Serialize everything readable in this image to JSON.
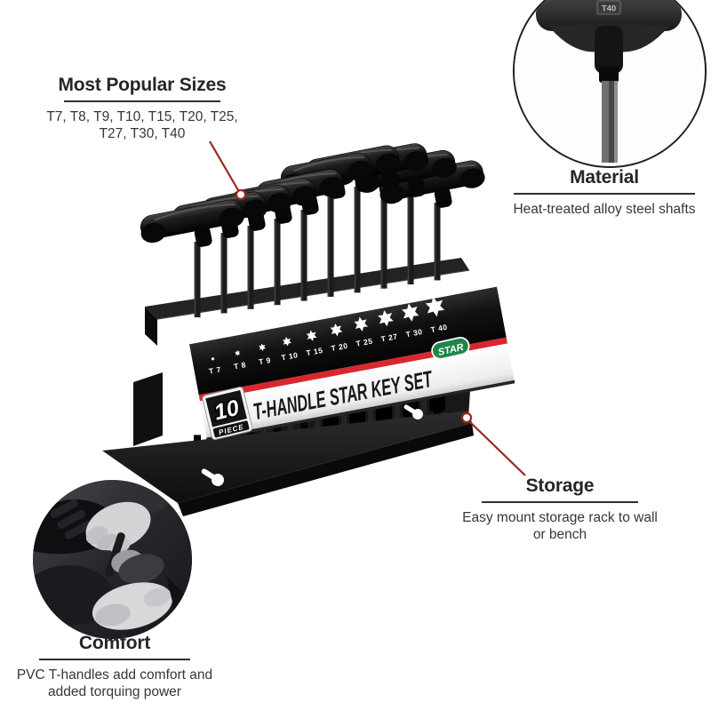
{
  "colors": {
    "connector_red": "#9c2721",
    "stripe_red": "#d7282f",
    "badge_green": "#1d8649",
    "panel_black": "#111111",
    "band_white": "#f1f1f2",
    "heading_text": "#262626"
  },
  "callouts": {
    "most_popular": {
      "title": "Most Popular Sizes",
      "lines": [
        "T7, T8, T9, T10, T15, T20, T25,",
        "T27, T30, T40"
      ]
    },
    "material": {
      "title": "Material",
      "lines": [
        "Heat-treated alloy steel shafts"
      ]
    },
    "storage": {
      "title": "Storage",
      "lines": [
        "Easy mount storage rack to wall",
        "or bench"
      ]
    },
    "comfort": {
      "title": "Comfort",
      "lines": [
        "PVC T-handles add comfort and",
        "added torquing power"
      ]
    }
  },
  "product": {
    "rack_title": "T-HANDLE STAR KEY SET",
    "piece_count": "10",
    "piece_label": "PIECE",
    "star_badge": "STAR",
    "sizes": [
      "T 7",
      "T 8",
      "T 9",
      "T 10",
      "T 15",
      "T 20",
      "T 25",
      "T 27",
      "T 30",
      "T 40"
    ]
  },
  "insets": {
    "material_stamp": "T40"
  }
}
